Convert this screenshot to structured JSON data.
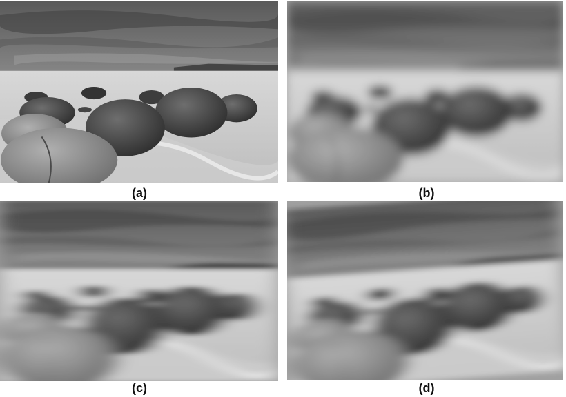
{
  "figure": {
    "panels": [
      {
        "id": "a",
        "label": "(a)",
        "effect": "original"
      },
      {
        "id": "b",
        "label": "(b)",
        "effect": "gaussian-blur"
      },
      {
        "id": "c",
        "label": "(c)",
        "effect": "motion-blur"
      },
      {
        "id": "d",
        "label": "(d)",
        "effect": "motion-blur"
      }
    ]
  }
}
